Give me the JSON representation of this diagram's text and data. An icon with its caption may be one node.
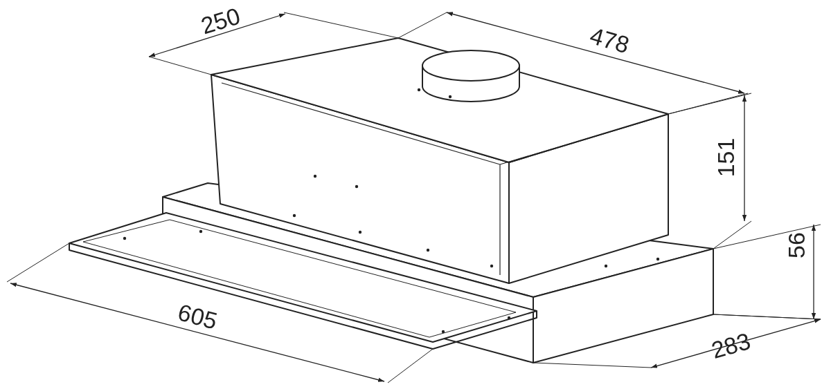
{
  "diagram": {
    "labels": [
      "250",
      "478",
      "151",
      "56",
      "605",
      "283"
    ]
  }
}
